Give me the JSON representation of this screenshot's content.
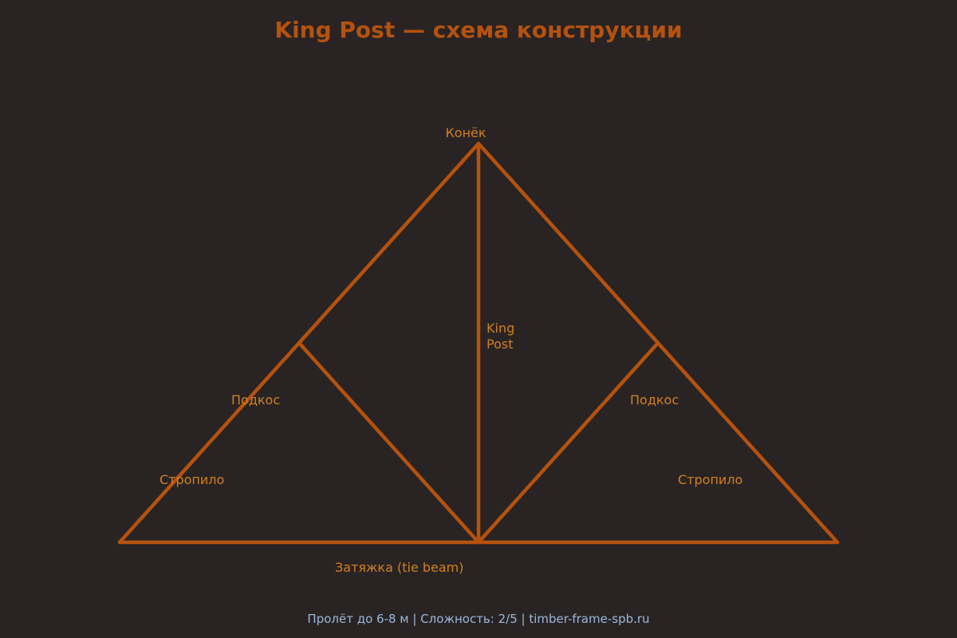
{
  "title": "King Post — схема конструкции",
  "labels": {
    "ridge": "Конёк",
    "king_post_line1": "King",
    "king_post_line2": "Post",
    "left_strut": "Подкос",
    "right_strut": "Подкос",
    "left_rafter": "Стропило",
    "right_rafter": "Стропило",
    "tie_beam": "Затяжка (tie beam)"
  },
  "footer": "Пролёт до 6-8 м | Сложность: 2/5 | timber-frame-spb.ru",
  "colors": {
    "background": "#292423",
    "accent": "#b5520f",
    "label": "#d27f22",
    "footer": "#9ab8db"
  }
}
